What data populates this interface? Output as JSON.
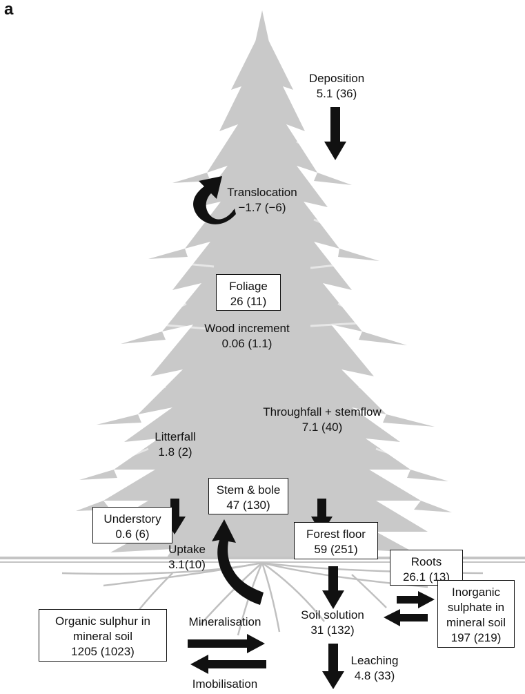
{
  "panel_label": "a",
  "colors": {
    "tree": "#c9c9c9",
    "tree_dark": "#b8b8b8",
    "arrow": "#111111",
    "box_border": "#111111"
  },
  "flows": {
    "deposition": {
      "label": "Deposition",
      "value": "5.1 (36)"
    },
    "translocation": {
      "label": "Translocation",
      "value": "−1.7 (−6)"
    },
    "wood_increment": {
      "label": "Wood increment",
      "value": "0.06 (1.1)"
    },
    "litterfall": {
      "label": "Litterfall",
      "value": "1.8 (2)"
    },
    "throughfall": {
      "label": "Throughfall + stemflow",
      "value": "7.1 (40)"
    },
    "uptake": {
      "label": "Uptake",
      "value": "3.1(10)"
    },
    "mineralisation": {
      "label": "Mineralisation"
    },
    "imobilisation": {
      "label": "Imobilisation"
    },
    "leaching": {
      "label": "Leaching",
      "value": "4.8 (33)"
    },
    "soil_solution": {
      "label": "Soil solution",
      "value": "31 (132)"
    }
  },
  "pools": {
    "foliage": {
      "label": "Foliage",
      "value": "26 (11)"
    },
    "stem_bole": {
      "label": "Stem & bole",
      "value": "47 (130)"
    },
    "understory": {
      "label": "Understory",
      "value": "0.6 (6)"
    },
    "forest_floor": {
      "label": "Forest floor",
      "value": "59 (251)"
    },
    "roots": {
      "label": "Roots",
      "value": "26.1 (13)"
    },
    "organic_sulphur": {
      "line1": "Organic sulphur in",
      "line2": "mineral soil",
      "value": "1205 (1023)"
    },
    "inorganic_sulphate": {
      "line1": "Inorganic",
      "line2": "sulphate in",
      "line3": "mineral soil",
      "value": "197 (219)"
    }
  }
}
